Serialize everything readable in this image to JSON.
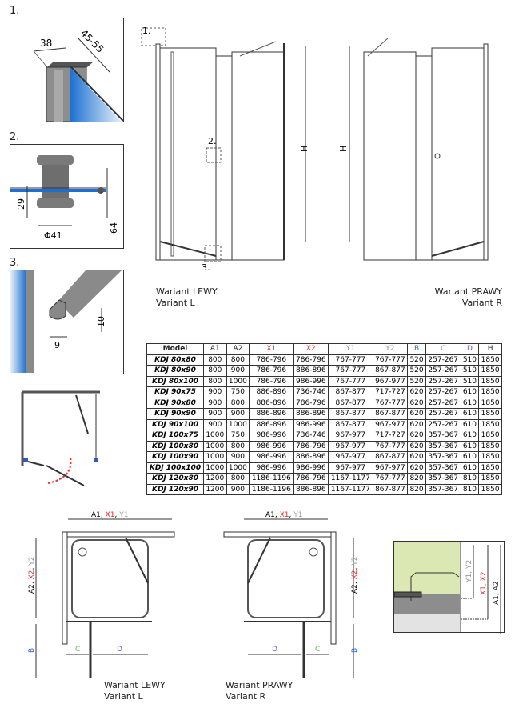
{
  "details": [
    {
      "num": "1.",
      "dim_a": "38",
      "dim_b": "45-55"
    },
    {
      "num": "2.",
      "dim_a": "29",
      "dim_b": "Φ41",
      "dim_c": "64"
    },
    {
      "num": "3.",
      "dim_a": "10",
      "dim_b": "9"
    }
  ],
  "elevation": {
    "markers": [
      "1.",
      "2.",
      "3."
    ],
    "height_label": "H",
    "left_caption": [
      "Wariant LEWY",
      "Variant L"
    ],
    "right_caption": [
      "Wariant PRAWY",
      "Variant R"
    ]
  },
  "table": {
    "headers": [
      "Model",
      "A1",
      "A2",
      "X1",
      "X2",
      "Y1",
      "Y2",
      "B",
      "C",
      "D",
      "H"
    ],
    "header_colors": [
      "#222",
      "#222",
      "#222",
      "#e53030",
      "#e53030",
      "#999999",
      "#999999",
      "#3060d0",
      "#5cc040",
      "#7050d0",
      "#222"
    ],
    "rows": [
      [
        "KDJ 80x80",
        "800",
        "800",
        "786-796",
        "786-796",
        "767-777",
        "767-777",
        "520",
        "257-267",
        "510",
        "1850"
      ],
      [
        "KDJ 80x90",
        "800",
        "900",
        "786-796",
        "886-896",
        "767-777",
        "867-877",
        "520",
        "257-267",
        "510",
        "1850"
      ],
      [
        "KDJ 80x100",
        "800",
        "1000",
        "786-796",
        "986-996",
        "767-777",
        "967-977",
        "520",
        "257-267",
        "510",
        "1850"
      ],
      [
        "KDJ 90x75",
        "900",
        "750",
        "886-896",
        "736-746",
        "867-877",
        "717-727",
        "620",
        "257-267",
        "610",
        "1850"
      ],
      [
        "KDJ 90x80",
        "900",
        "800",
        "886-896",
        "786-796",
        "867-877",
        "767-777",
        "620",
        "257-267",
        "610",
        "1850"
      ],
      [
        "KDJ 90x90",
        "900",
        "900",
        "886-896",
        "886-896",
        "867-877",
        "867-877",
        "620",
        "257-267",
        "610",
        "1850"
      ],
      [
        "KDJ 90x100",
        "900",
        "1000",
        "886-896",
        "986-996",
        "867-877",
        "967-977",
        "620",
        "257-267",
        "610",
        "1850"
      ],
      [
        "KDJ 100x75",
        "1000",
        "750",
        "986-996",
        "736-746",
        "967-977",
        "717-727",
        "620",
        "357-367",
        "610",
        "1850"
      ],
      [
        "KDJ 100x80",
        "1000",
        "800",
        "986-996",
        "786-796",
        "967-977",
        "767-777",
        "620",
        "357-367",
        "610",
        "1850"
      ],
      [
        "KDJ 100x90",
        "1000",
        "900",
        "986-996",
        "886-896",
        "967-977",
        "867-877",
        "620",
        "357-367",
        "610",
        "1850"
      ],
      [
        "KDJ 100x100",
        "1000",
        "1000",
        "986-996",
        "986-996",
        "967-977",
        "967-977",
        "620",
        "357-367",
        "610",
        "1850"
      ],
      [
        "KDJ 120x80",
        "1200",
        "800",
        "1186-1196",
        "786-796",
        "1167-1177",
        "767-777",
        "820",
        "357-367",
        "810",
        "1850"
      ],
      [
        "KDJ 120x90",
        "1200",
        "900",
        "1186-1196",
        "886-896",
        "1167-1177",
        "867-877",
        "820",
        "357-367",
        "810",
        "1850"
      ]
    ]
  },
  "plans": {
    "a1": "A1",
    "x1": "X1",
    "y1": "Y1",
    "a2": "A2",
    "x2": "X2",
    "y2": "Y2",
    "sep": ", ",
    "b": "B",
    "c": "C",
    "d": "D",
    "left_caption": [
      "Wariant LEWY",
      "Variant L"
    ],
    "right_caption": [
      "Wariant PRAWY",
      "Variant R"
    ]
  },
  "detail4": {
    "y": "Y1, Y2",
    "x": "X1, X2",
    "a": "A1, A2"
  },
  "colors": {
    "red": "#e53030",
    "gray": "#999999",
    "blue": "#3060d0",
    "green": "#5cc040",
    "purple": "#7050d0",
    "glass": "#2a7fd4"
  }
}
